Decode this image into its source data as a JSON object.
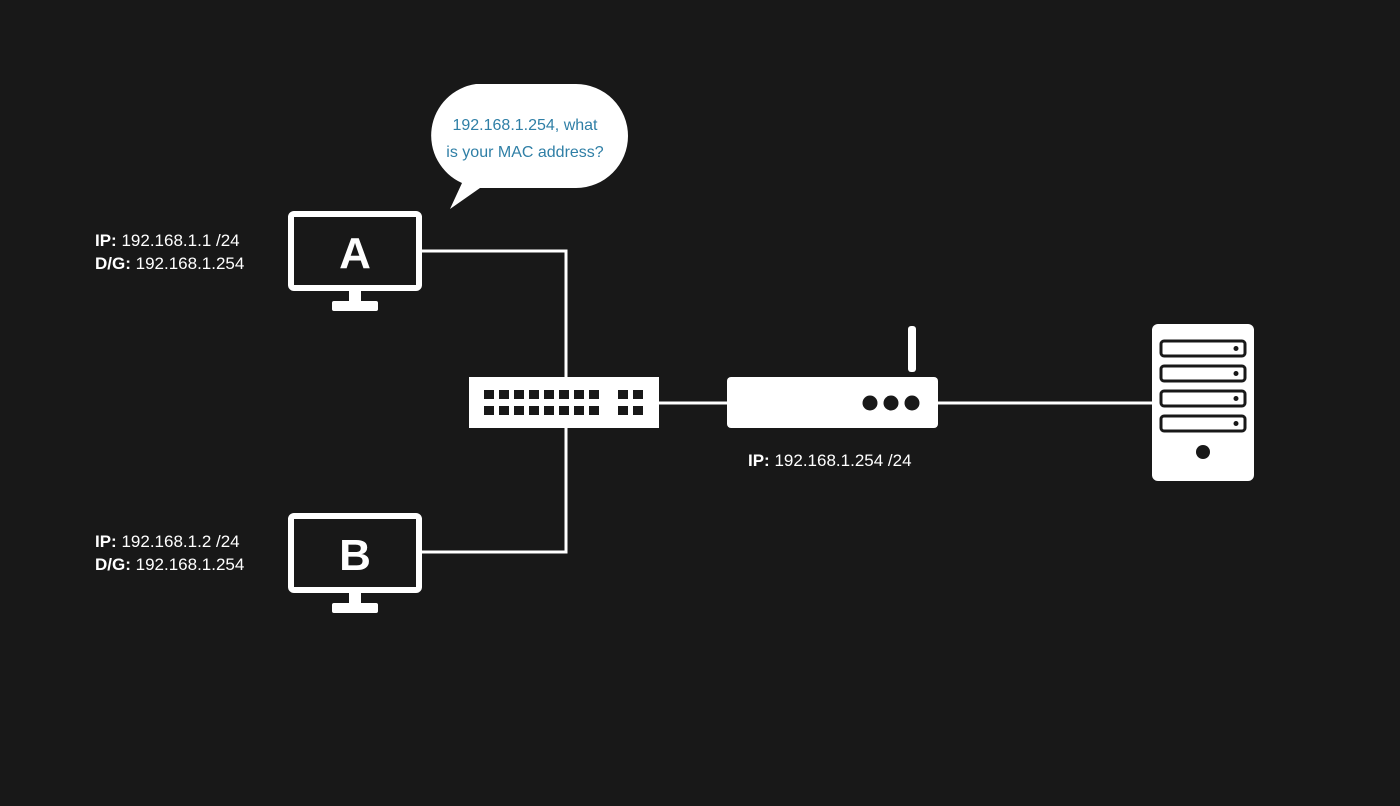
{
  "speech_bubble": {
    "line1": "192.168.1.254, what",
    "line2": "is your MAC address?"
  },
  "host_a": {
    "letter": "A",
    "ip_key": "IP:",
    "ip_value": "192.168.1.1 /24",
    "gw_key": "D/G:",
    "gw_value": "192.168.1.254"
  },
  "host_b": {
    "letter": "B",
    "ip_key": "IP:",
    "ip_value": "192.168.1.2 /24",
    "gw_key": "D/G:",
    "gw_value": "192.168.1.254"
  },
  "router": {
    "ip_key": "IP:",
    "ip_value": "192.168.1.254 /24"
  },
  "colors": {
    "background": "#181818",
    "foreground": "#ffffff",
    "bubble_text": "#2f7fa6"
  },
  "icons": [
    "desktop-monitor-icon",
    "network-switch-icon",
    "router-icon",
    "server-tower-icon",
    "speech-bubble-icon"
  ]
}
